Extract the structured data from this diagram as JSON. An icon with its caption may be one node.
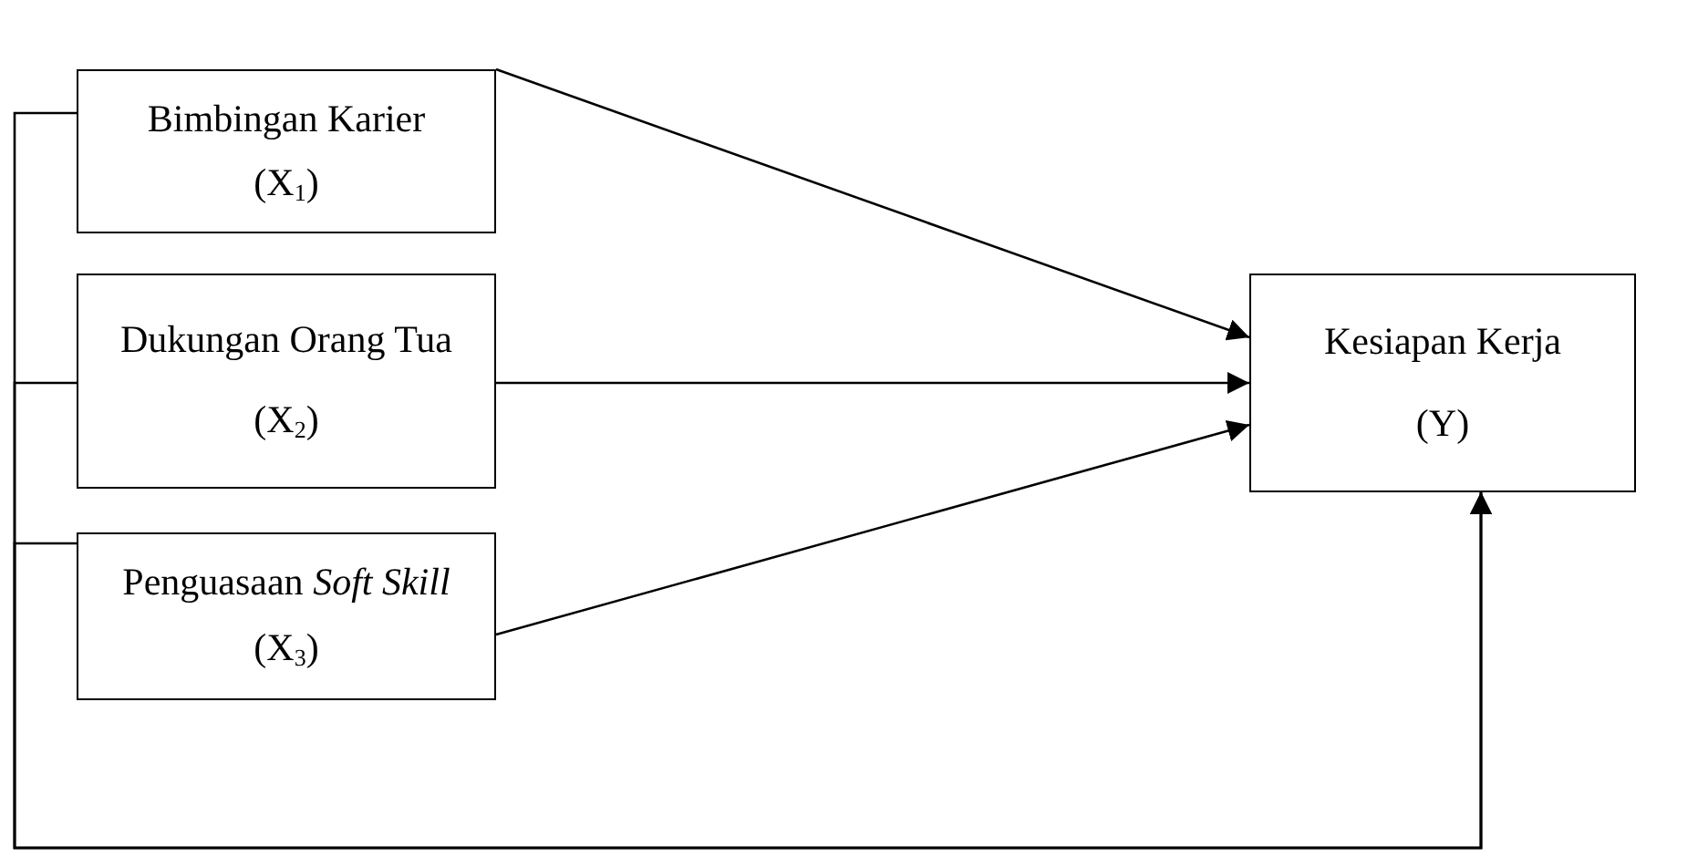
{
  "diagram": {
    "nodes": [
      {
        "text": [
          "Bimbingan Karier",
          "(X$_{1}$)"
        ]
      },
      {
        "text": [
          "Dukungan Orang Tua",
          "(X$_{2}$)"
        ]
      },
      {
        "text": [
          "Penguasaan *Soft Skill*",
          "(X$_{3}$)"
        ]
      },
      {
        "text": [
          "Kesiapan Kerja",
          "(Y)"
        ]
      }
    ],
    "edges": [
      {
        "from": 0,
        "to": 3,
        "arrow": "to"
      },
      {
        "from": 1,
        "to": 3,
        "arrow": "to"
      },
      {
        "from": 2,
        "to": 3,
        "arrow": "to"
      },
      {
        "from": 0,
        "to": 3,
        "arrow": "to"
      },
      {
        "from": 1,
        "to": 3,
        "arrow": "to"
      },
      {
        "from": 2,
        "to": 3,
        "arrow": "to"
      }
    ]
  }
}
